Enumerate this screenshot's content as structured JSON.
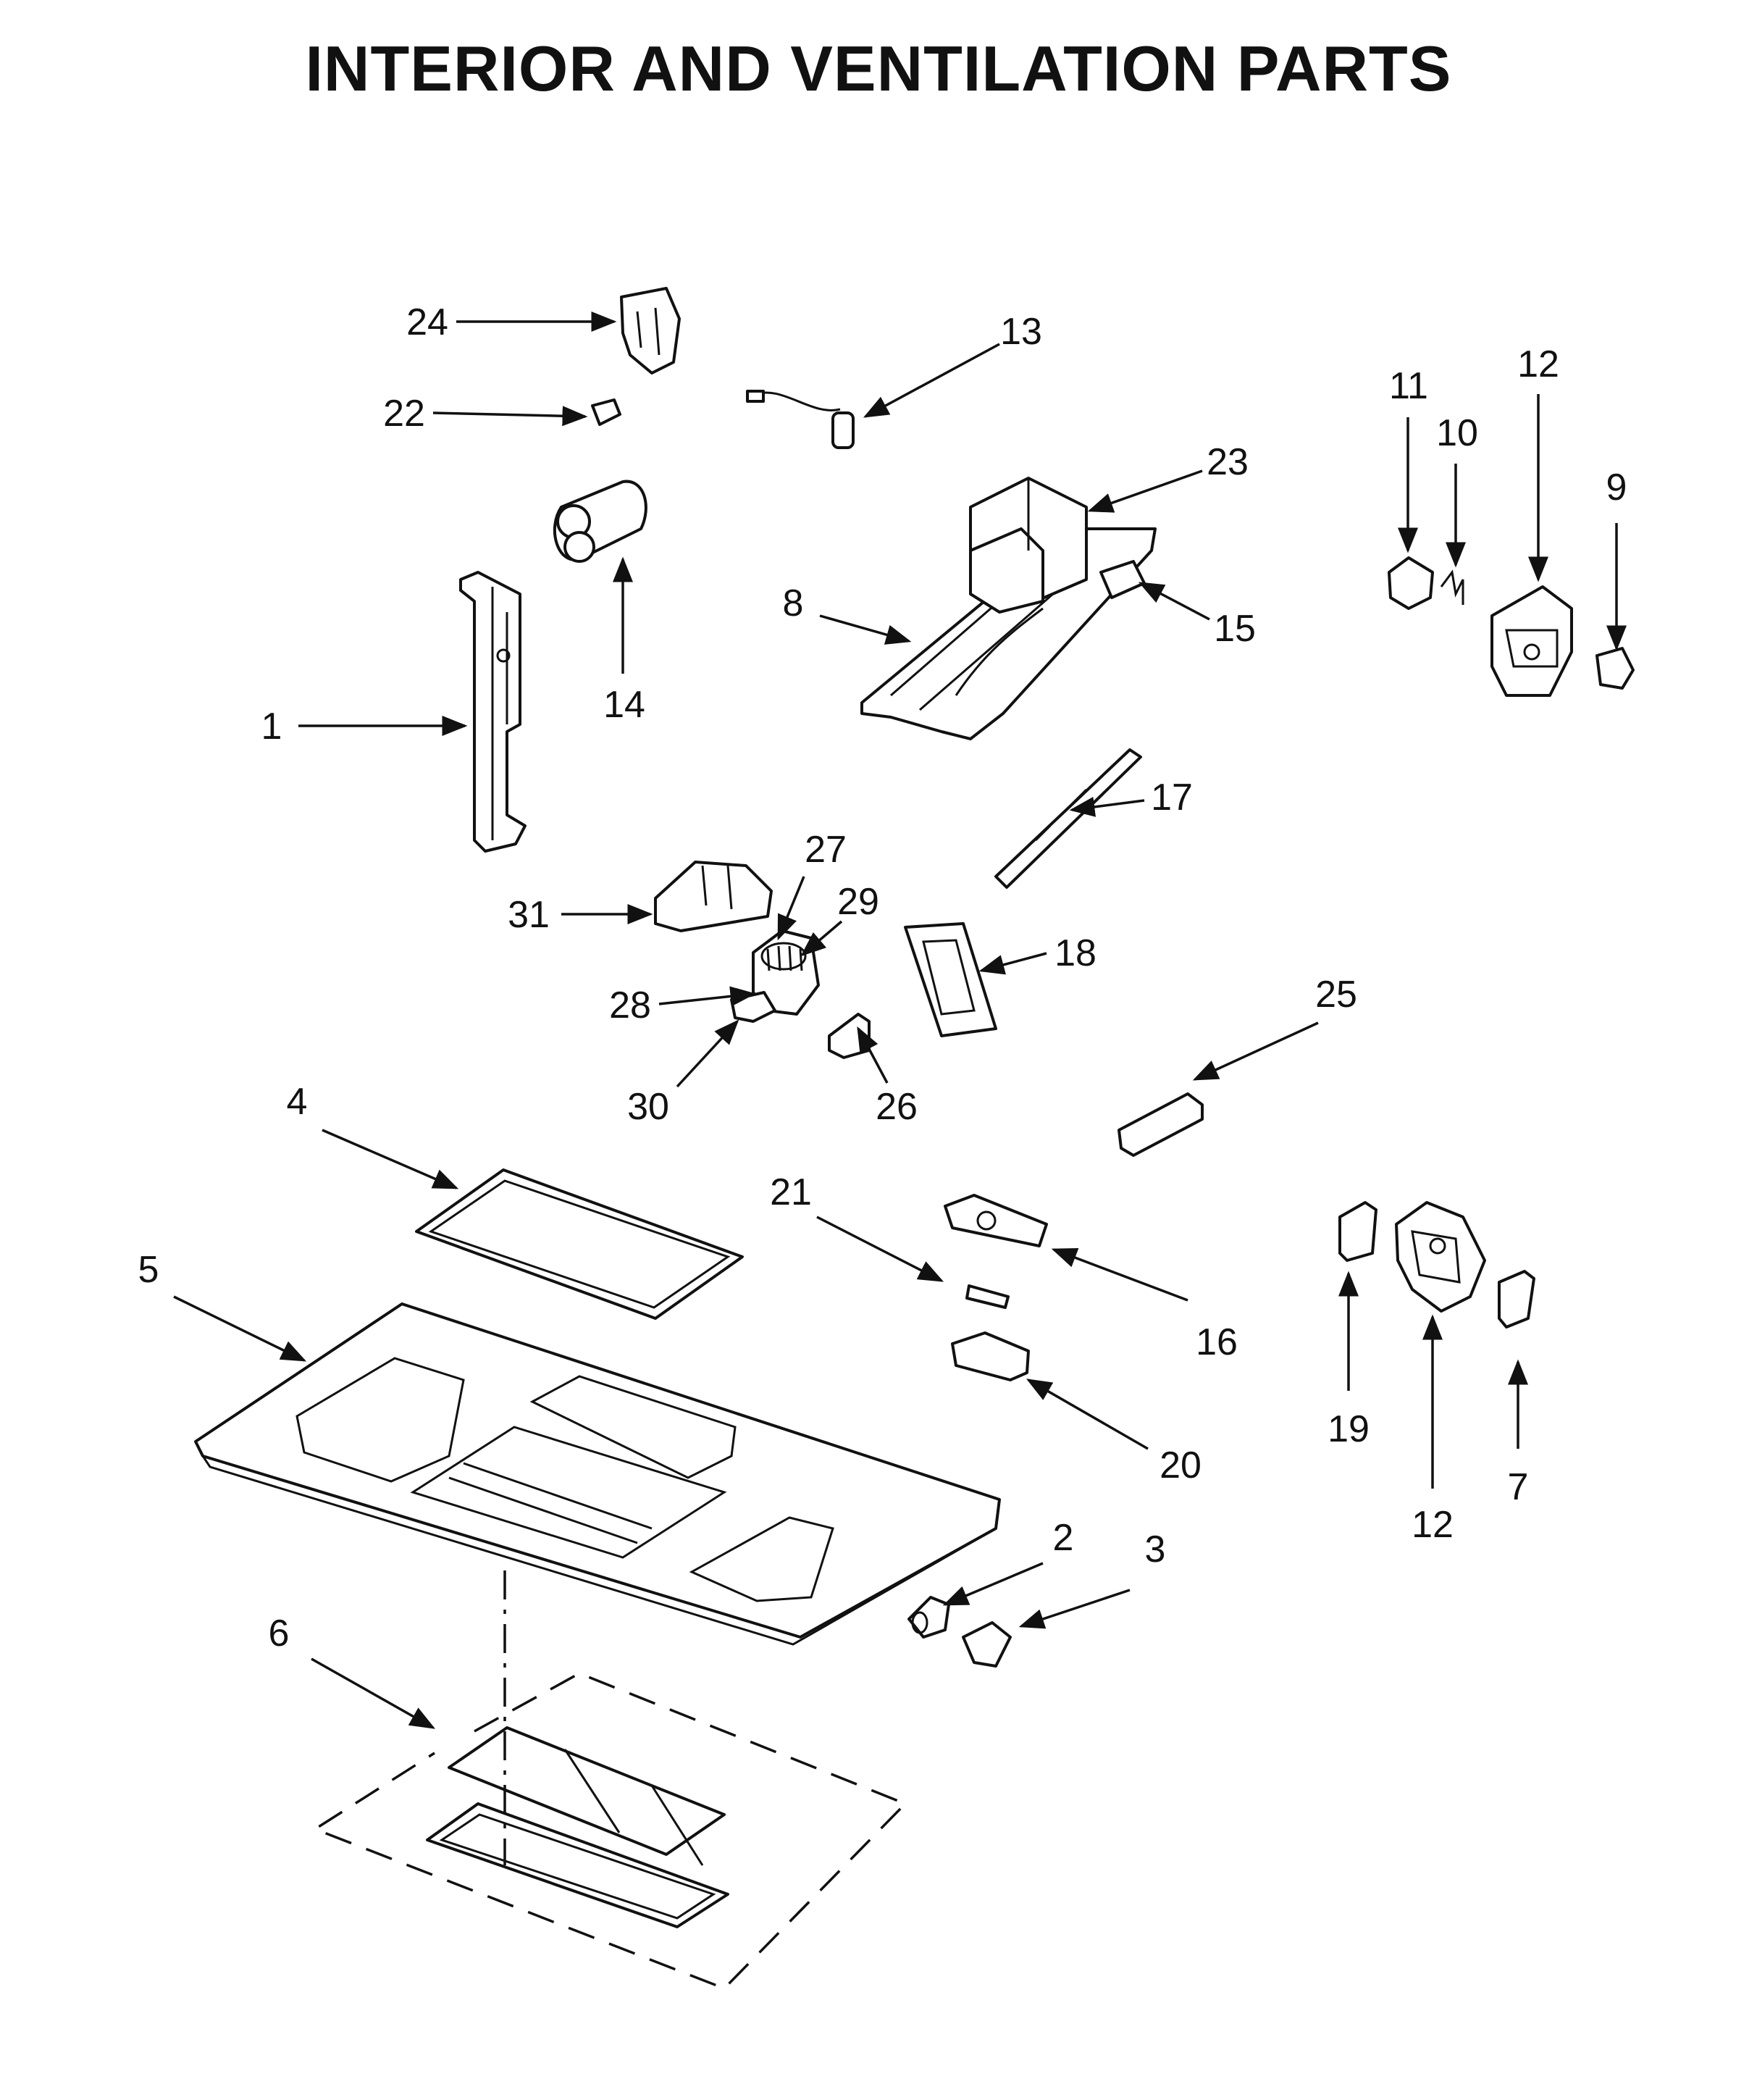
{
  "title": "INTERIOR AND VENTILATION PARTS",
  "labels": [
    "1",
    "2",
    "3",
    "4",
    "5",
    "6",
    "7",
    "8",
    "9",
    "10",
    "11",
    "12",
    "12",
    "13",
    "14",
    "15",
    "16",
    "17",
    "18",
    "19",
    "20",
    "21",
    "22",
    "23",
    "24",
    "25",
    "26",
    "27",
    "28",
    "29",
    "30",
    "31"
  ]
}
